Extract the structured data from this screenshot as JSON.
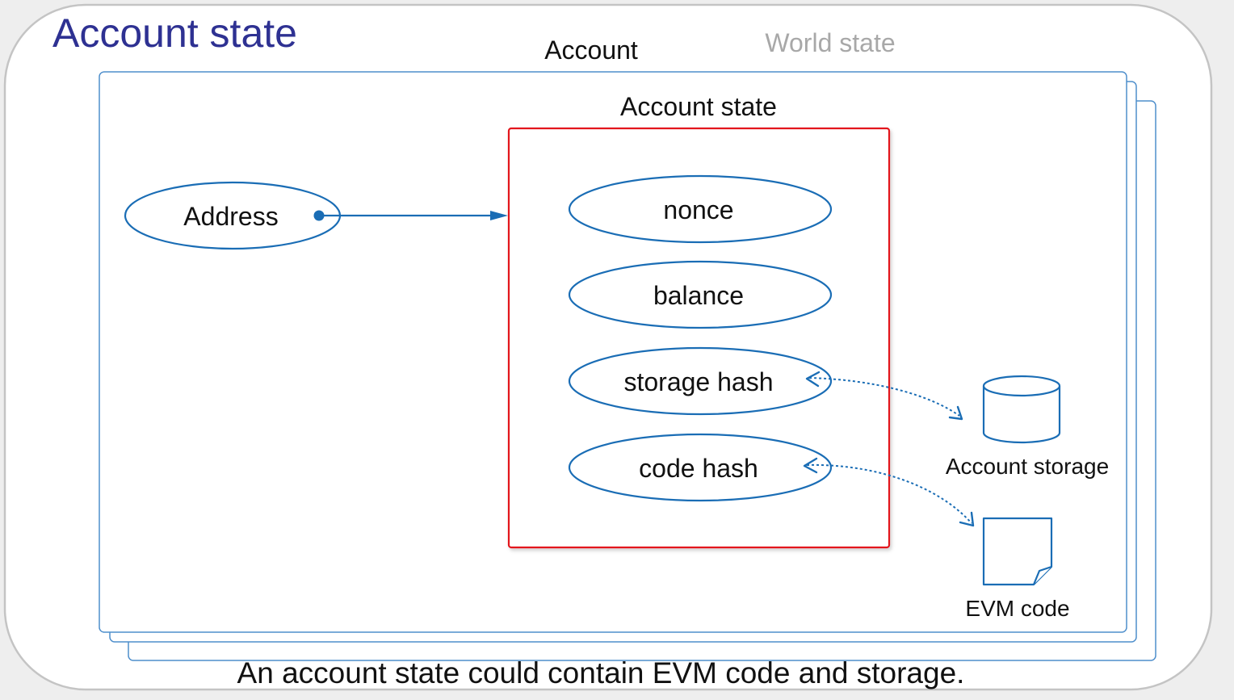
{
  "slide": {
    "title": "Account state",
    "caption": "An account state could contain EVM code and storage."
  },
  "diagram": {
    "account_label": "Account",
    "world_state_label": "World state",
    "account_state_label": "Account state",
    "address": "Address",
    "fields": [
      "nonce",
      "balance",
      "storage hash",
      "code hash"
    ],
    "account_storage": "Account storage",
    "evm_code": "EVM code"
  },
  "icons": {
    "account_storage": "database-cylinder-icon",
    "evm_code": "document-icon"
  },
  "colors": {
    "title": "#2e3192",
    "shape": "#1a6db5",
    "box": "#4f8fcc",
    "red": "#e3141b",
    "muted": "#a8a8a8"
  }
}
